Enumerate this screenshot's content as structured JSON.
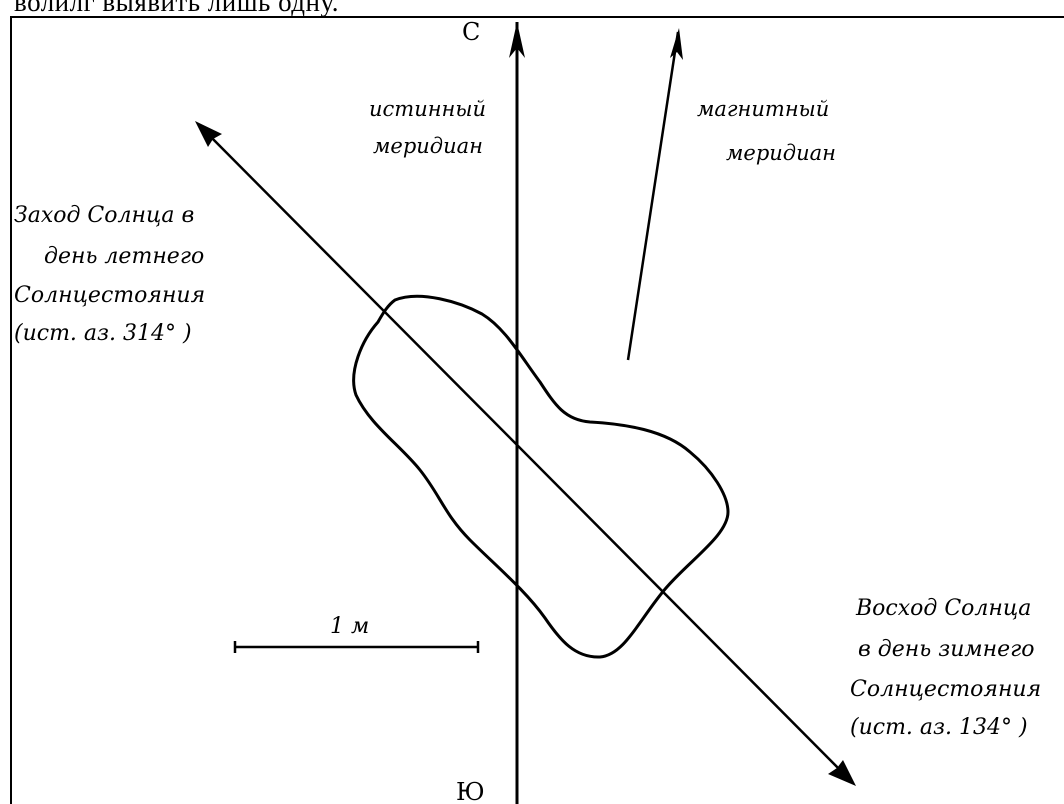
{
  "header_text": "волилг выявить лишь одну.",
  "compass": {
    "north": "С",
    "south": "Ю"
  },
  "true_meridian": {
    "line1": "истинный",
    "line2": "меридиан"
  },
  "magnetic_meridian": {
    "line1": "магнитный",
    "line2": "меридиан"
  },
  "sunset_label": {
    "line1": "Заход Солнца в",
    "line2": "день летнего",
    "line3": "Солнцестояния",
    "line4": "(ист. аз. 314° )"
  },
  "sunrise_label": {
    "line1": "Восход Солнца",
    "line2": "в день зимнего",
    "line3": "Солнцестояния",
    "line4": "(ист. аз. 134° )"
  },
  "scale_bar": {
    "label": "1 м"
  }
}
